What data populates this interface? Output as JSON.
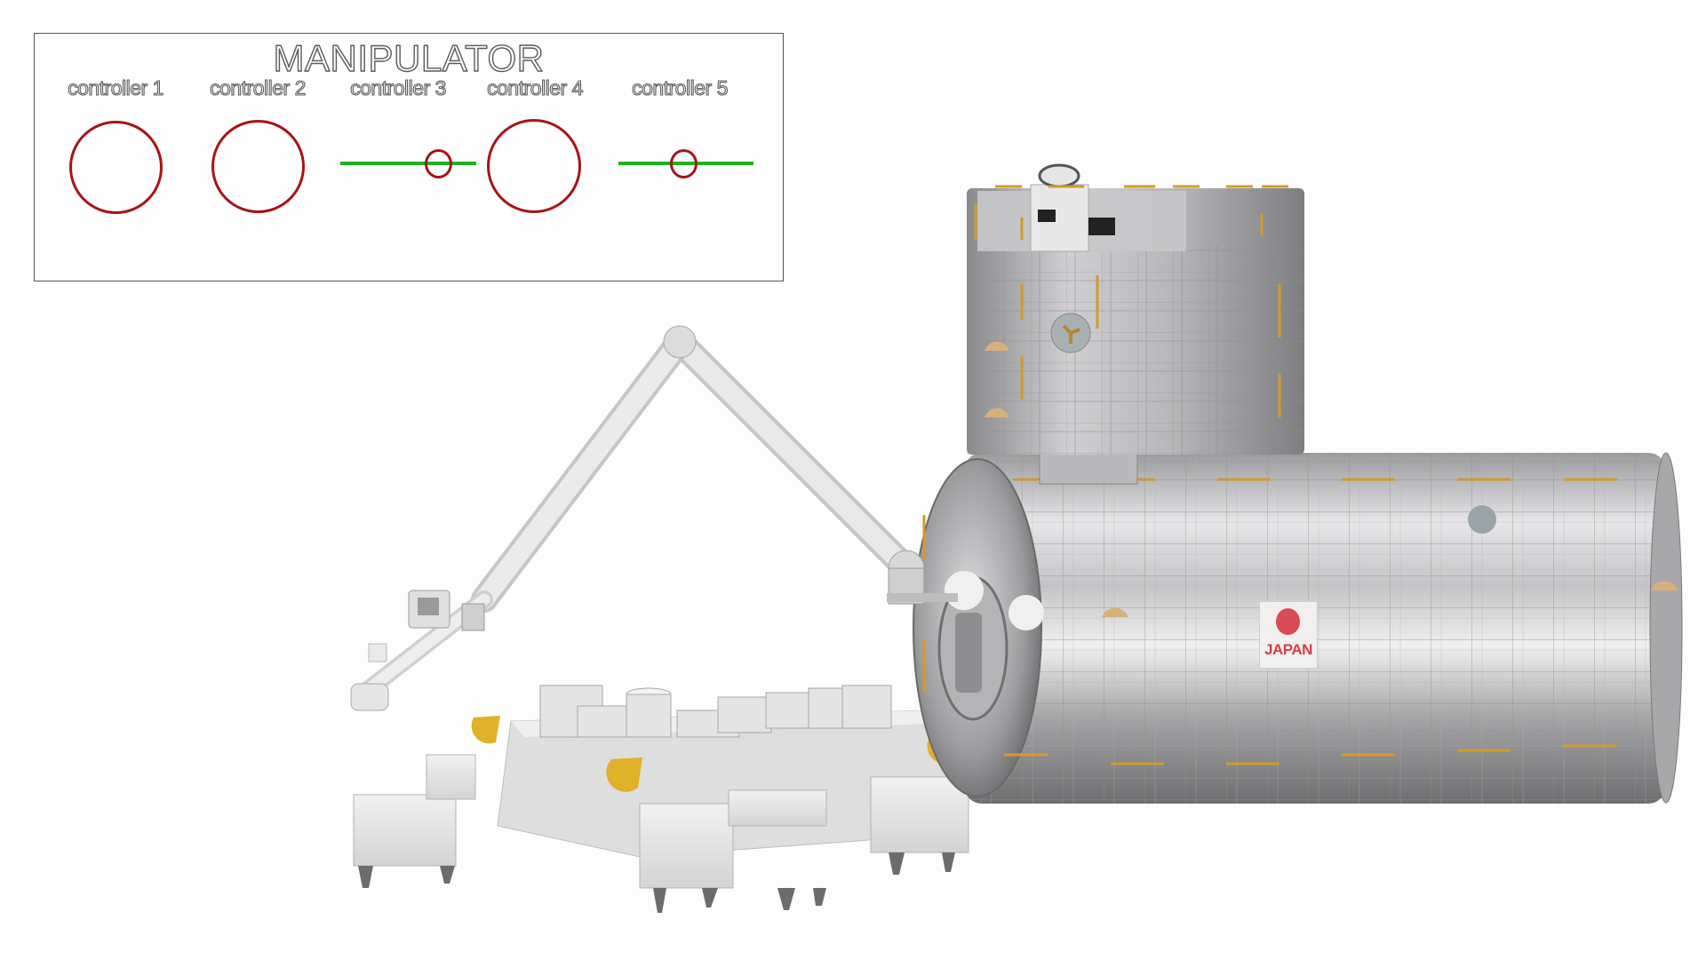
{
  "panel": {
    "title": "MANIPULATOR",
    "controllers": [
      {
        "label": "controller 1",
        "type": "knob"
      },
      {
        "label": "controller 2",
        "type": "knob"
      },
      {
        "label": "controller 3",
        "type": "slider",
        "value_position": 0.72
      },
      {
        "label": "controller 4",
        "type": "knob"
      },
      {
        "label": "controller 5",
        "type": "slider",
        "value_position": 0.49
      }
    ],
    "colors": {
      "knob_ring": "#a61418",
      "slider_track": "#1fb21f",
      "border": "#555555"
    }
  },
  "scene": {
    "description": "3D render of JEM Kibo module with robotic manipulator arm, logistics module and exposed facility",
    "flag": {
      "text": "JAPAN",
      "sun_color": "#d94b55"
    },
    "background": "#fdfdfd"
  }
}
